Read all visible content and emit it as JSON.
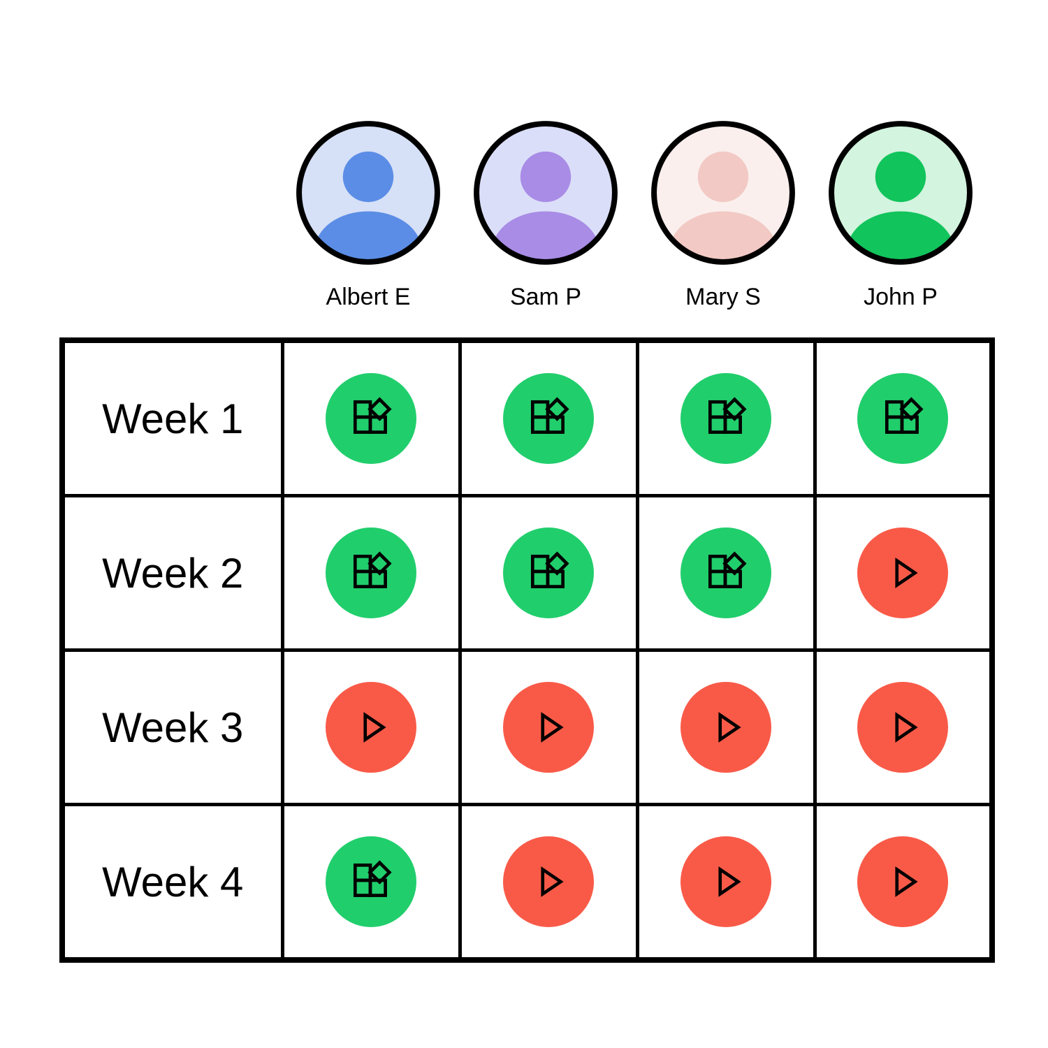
{
  "people": [
    {
      "name": "Albert E",
      "avatar_icon": "person-icon",
      "avatar_bg": "#D6E0F7",
      "avatar_fg": "#5B8DE6"
    },
    {
      "name": "Sam P",
      "avatar_icon": "person-icon",
      "avatar_bg": "#DBDEF8",
      "avatar_fg": "#A88CE6"
    },
    {
      "name": "Mary S",
      "avatar_icon": "person-icon",
      "avatar_bg": "#FAEFED",
      "avatar_fg": "#F2C9C4"
    },
    {
      "name": "John P",
      "avatar_icon": "person-icon",
      "avatar_bg": "#D3F4DE",
      "avatar_fg": "#11C45C"
    }
  ],
  "weeks": [
    "Week 1",
    "Week 2",
    "Week 3",
    "Week 4"
  ],
  "statuses": {
    "blocks": {
      "icon": "blocks-icon",
      "color": "#21CE6C"
    },
    "play": {
      "icon": "play-icon",
      "color": "#F95A48"
    }
  },
  "grid": [
    [
      "blocks",
      "blocks",
      "blocks",
      "blocks"
    ],
    [
      "blocks",
      "blocks",
      "blocks",
      "play"
    ],
    [
      "play",
      "play",
      "play",
      "play"
    ],
    [
      "blocks",
      "play",
      "play",
      "play"
    ]
  ],
  "colors": {
    "background": "#FFFFFF",
    "line": "#000000",
    "text": "#000000"
  }
}
